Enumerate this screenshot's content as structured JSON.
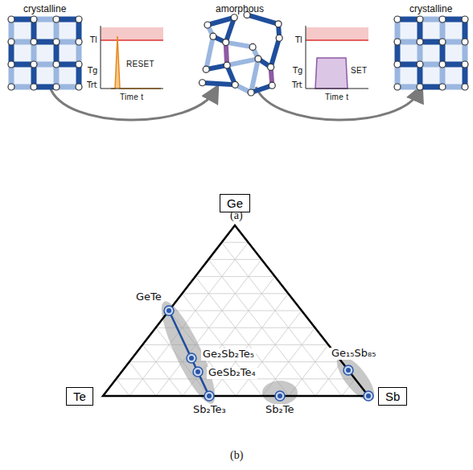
{
  "diagram": {
    "caption": "(b)",
    "nodes": [
      {
        "text": [
          "Ge"
        ]
      },
      {
        "text": [
          "Te"
        ]
      },
      {
        "text": [
          "Sb"
        ]
      }
    ],
    "labels": [
      "crystalline",
      "amorphous",
      "crystalline",
      "Tl",
      "Tg",
      "Trt",
      "RESET",
      "Time t",
      "Tl",
      "Tg",
      "Trt",
      "SET",
      "Time t",
      "(a)",
      "GeTe",
      "Ge₂Sb₂Te₅",
      "GeSb₂Te₄",
      "Sb₂Te₃",
      "Sb₂Te",
      "Ge₁₅Sb₈₅"
    ]
  }
}
